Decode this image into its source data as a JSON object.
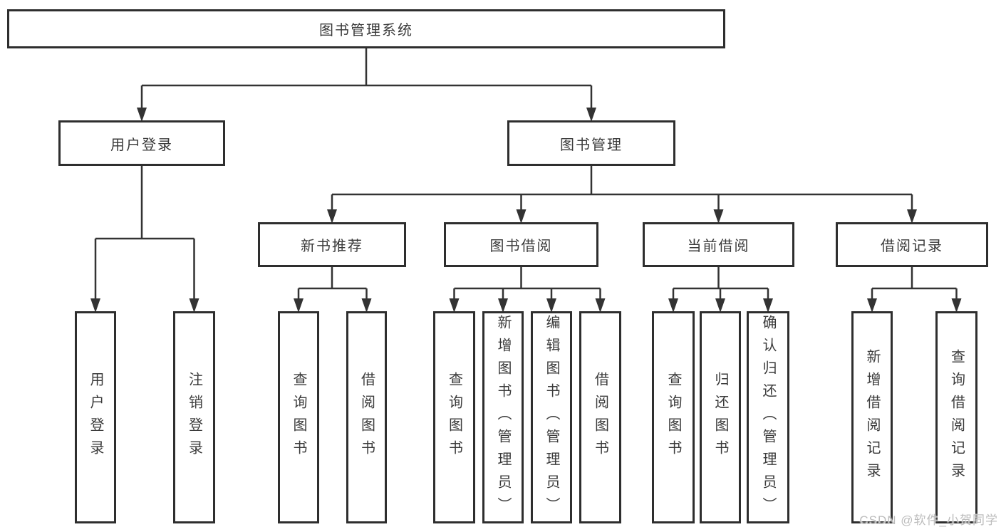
{
  "diagram": {
    "watermark": "CSDN @软件_小贺同学",
    "colors": {
      "line": "#333333",
      "box_border": "#2e2e2e",
      "text": "#3a3a3a",
      "background": "#ffffff",
      "watermark": "#bcbcbc"
    },
    "tree": {
      "id": "root",
      "label": "图书管理系统",
      "children": [
        {
          "id": "user-login",
          "label": "用户登录",
          "children": [
            {
              "id": "login",
              "label": "用户登录",
              "vertical": true
            },
            {
              "id": "logout",
              "label": "注销登录",
              "vertical": true
            }
          ]
        },
        {
          "id": "book-mgmt",
          "label": "图书管理",
          "children": [
            {
              "id": "new-book",
              "label": "新书推荐",
              "children": [
                {
                  "id": "nb-query",
                  "label": "查询图书",
                  "vertical": true
                },
                {
                  "id": "nb-borrow",
                  "label": "借阅图书",
                  "vertical": true
                }
              ]
            },
            {
              "id": "book-borrow",
              "label": "图书借阅",
              "children": [
                {
                  "id": "bb-query",
                  "label": "查询图书",
                  "vertical": true
                },
                {
                  "id": "bb-add",
                  "label": "新增图书（管理员）",
                  "vertical": true
                },
                {
                  "id": "bb-edit",
                  "label": "编辑图书（管理员）",
                  "vertical": true
                },
                {
                  "id": "bb-borrow",
                  "label": "借阅图书",
                  "vertical": true
                }
              ]
            },
            {
              "id": "current-borrow",
              "label": "当前借阅",
              "children": [
                {
                  "id": "cb-query",
                  "label": "查询图书",
                  "vertical": true
                },
                {
                  "id": "cb-return",
                  "label": "归还图书",
                  "vertical": true
                },
                {
                  "id": "cb-confirm",
                  "label": "确认归还（管理员）",
                  "vertical": true
                }
              ]
            },
            {
              "id": "borrow-records",
              "label": "借阅记录",
              "children": [
                {
                  "id": "br-add",
                  "label": "新增借阅记录",
                  "vertical": true
                },
                {
                  "id": "br-query",
                  "label": "查询借阅记录",
                  "vertical": true
                }
              ]
            }
          ]
        }
      ]
    }
  }
}
